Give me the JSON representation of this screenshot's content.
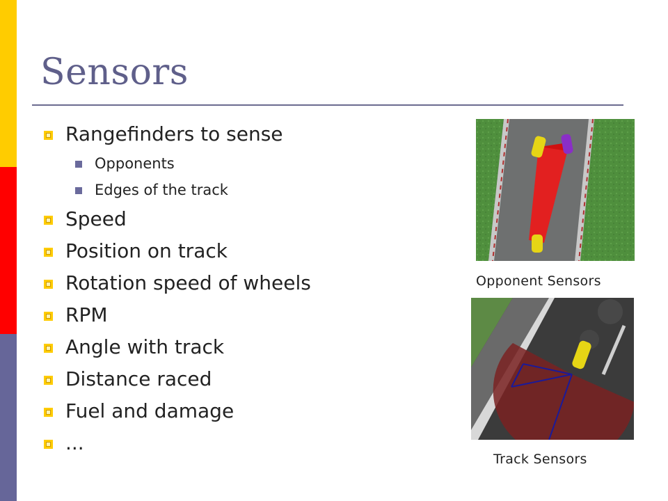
{
  "slide": {
    "title": "Sensors",
    "accent_colors": [
      "#ffcc00",
      "#ff0000",
      "#666699"
    ],
    "bullets": [
      {
        "text": "Rangefinders to sense",
        "sub": [
          "Opponents",
          "Edges of the track"
        ]
      },
      {
        "text": "Speed"
      },
      {
        "text": "Position on track"
      },
      {
        "text": "Rotation speed of wheels"
      },
      {
        "text": "RPM"
      },
      {
        "text": "Angle with track"
      },
      {
        "text": "Distance raced"
      },
      {
        "text": "Fuel and damage"
      },
      {
        "text": "..."
      }
    ]
  },
  "figures": {
    "opponent_caption": "Opponent Sensors",
    "track_caption": "Track Sensors"
  }
}
